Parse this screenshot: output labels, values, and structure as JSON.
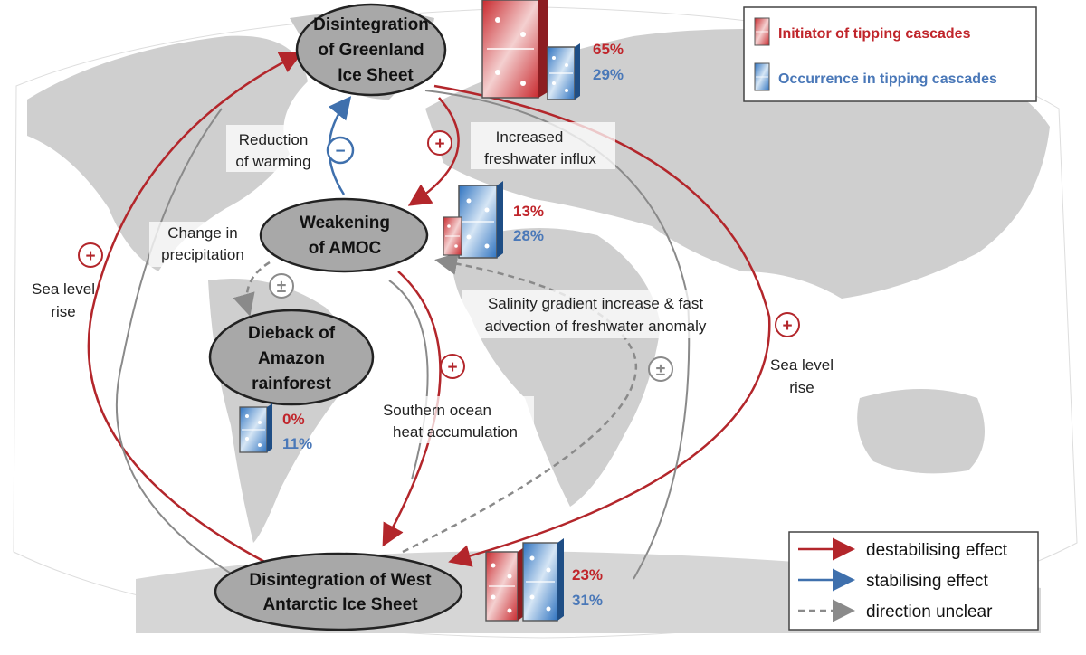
{
  "nodes": {
    "greenland": [
      "Disintegration",
      "of Greenland",
      "Ice Sheet"
    ],
    "amoc": [
      "Weakening",
      "of AMOC"
    ],
    "amazon": [
      "Dieback of",
      "Amazon",
      "rainforest"
    ],
    "wais": [
      "Disintegration of West",
      "Antarctic Ice Sheet"
    ]
  },
  "percentages": {
    "greenland": {
      "initiator": "65%",
      "occurrence": "29%"
    },
    "amoc": {
      "initiator": "13%",
      "occurrence": "28%"
    },
    "amazon": {
      "initiator": "0%",
      "occurrence": "11%"
    },
    "wais": {
      "initiator": "23%",
      "occurrence": "31%"
    }
  },
  "edge_labels": {
    "reduction_warming": [
      "Reduction",
      "of warming"
    ],
    "freshwater_influx": [
      "Increased",
      "freshwater influx"
    ],
    "change_precip": [
      "Change in",
      "precipitation"
    ],
    "salinity": [
      "Salinity gradient increase & fast",
      "advection of freshwater anomaly"
    ],
    "southern_ocean": [
      "Southern ocean",
      "heat accumulation"
    ],
    "sea_level_left": [
      "Sea level",
      "rise"
    ],
    "sea_level_right": [
      "Sea level",
      "rise"
    ]
  },
  "signs": {
    "plus": "+",
    "minus": "−",
    "plusminus": "±"
  },
  "legend_top": {
    "initiator": "Initiator of tipping cascades",
    "occurrence": "Occurrence in tipping cascades"
  },
  "legend_bottom": {
    "destabilising": "destabilising effect",
    "stabilising": "stabilising effect",
    "unclear": "direction unclear"
  },
  "colors": {
    "red": "#b3262b",
    "blue": "#3f70ad",
    "grey": "#8a8a8a",
    "land": "#cfcfcf",
    "ocean": "#ffffff",
    "node_fill": "#a8a8a8"
  }
}
